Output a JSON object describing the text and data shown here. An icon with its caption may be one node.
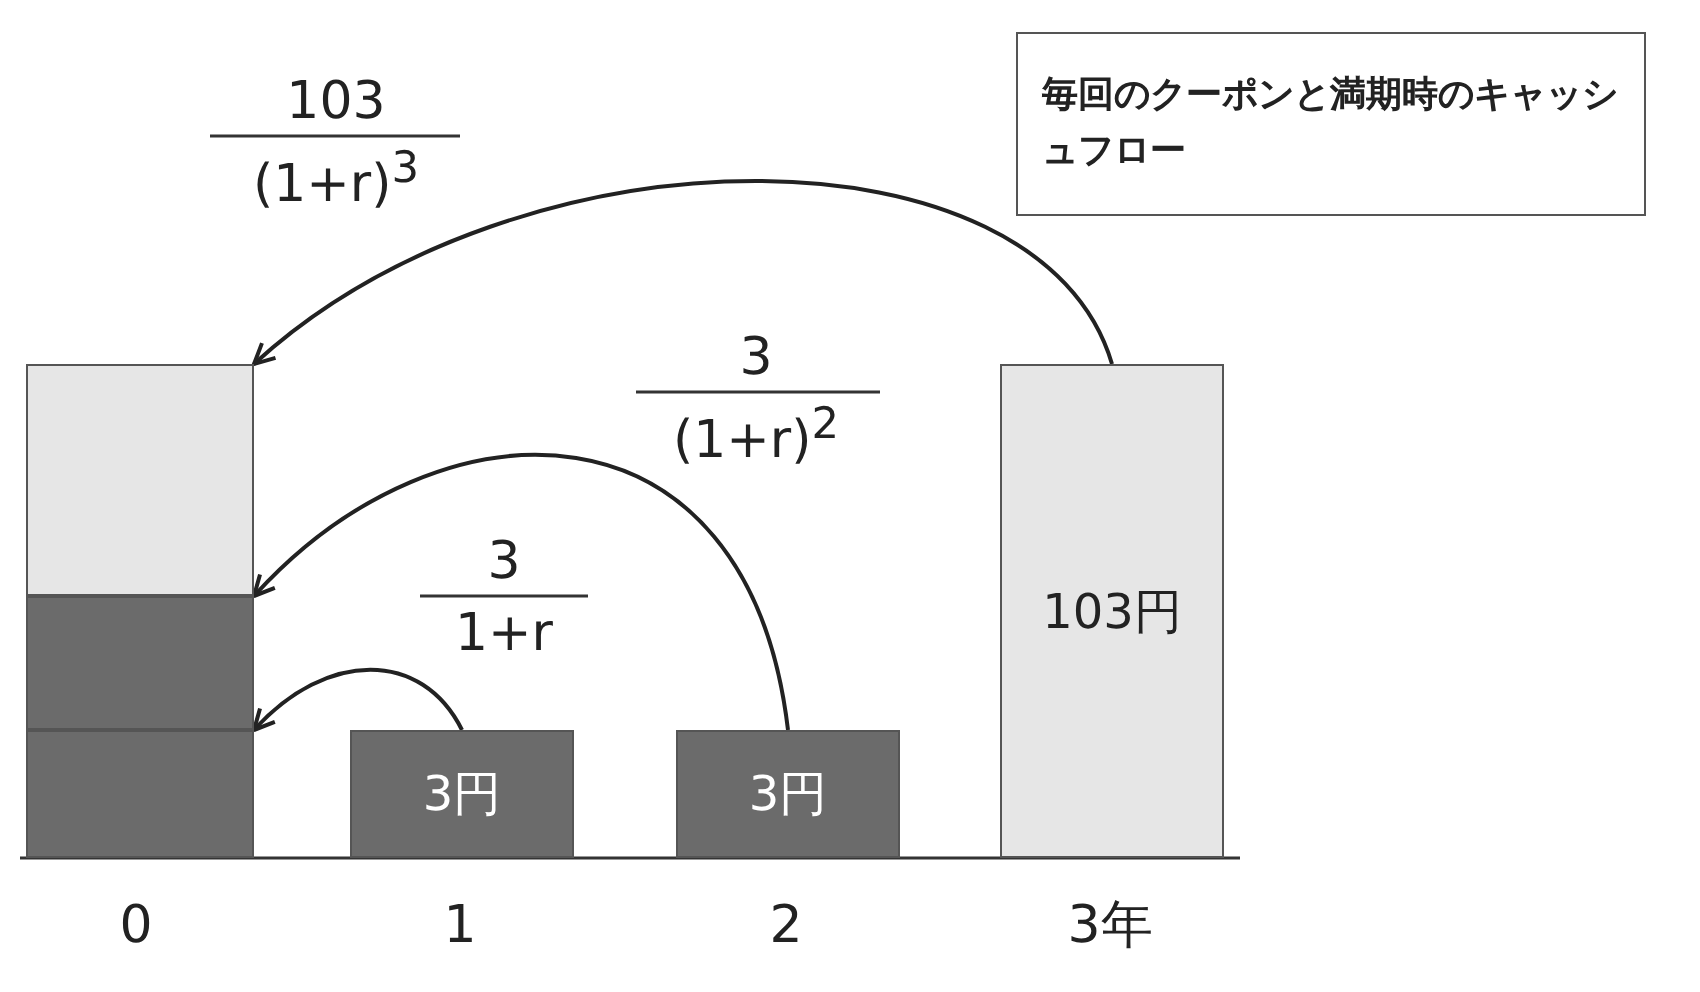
{
  "diagram": {
    "nodes": [
      {
        "text": [],
        "shape": "box"
      },
      {
        "text": [],
        "shape": "box"
      },
      {
        "text": [],
        "shape": "box"
      },
      {
        "text": [
          "3円"
        ]
      },
      {
        "text": [
          "3円"
        ]
      },
      {
        "text": [
          "103円"
        ]
      },
      {
        "text": [
          "毎回のクーポンと満期時のキャッシュフロー"
        ]
      }
    ],
    "edges": [
      {
        "from": 5,
        "to": 0,
        "arrow": "to"
      },
      {
        "from": 4,
        "to": 1,
        "arrow": "to"
      },
      {
        "from": 3,
        "to": 2,
        "arrow": "to"
      }
    ],
    "labels": [
      "103",
      "(1+r)$^{3}$",
      "3",
      "(1+r)$^{2}$",
      "3",
      "1+r",
      "0",
      "1",
      "2",
      "3年"
    ]
  }
}
